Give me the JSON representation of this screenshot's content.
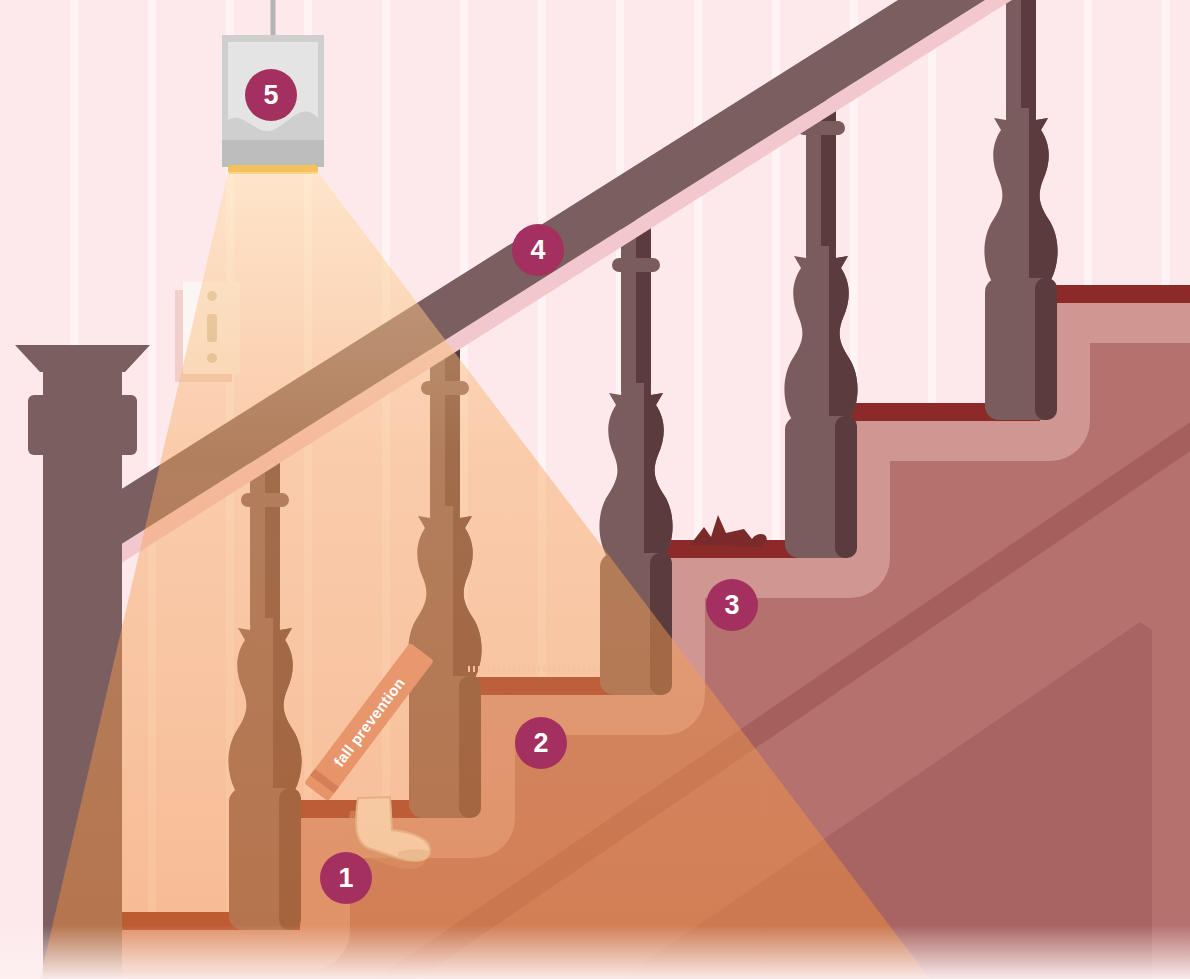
{
  "diagram": {
    "labels": [
      "1",
      "2",
      "3",
      "4",
      "5",
      "fall prevention"
    ]
  }
}
